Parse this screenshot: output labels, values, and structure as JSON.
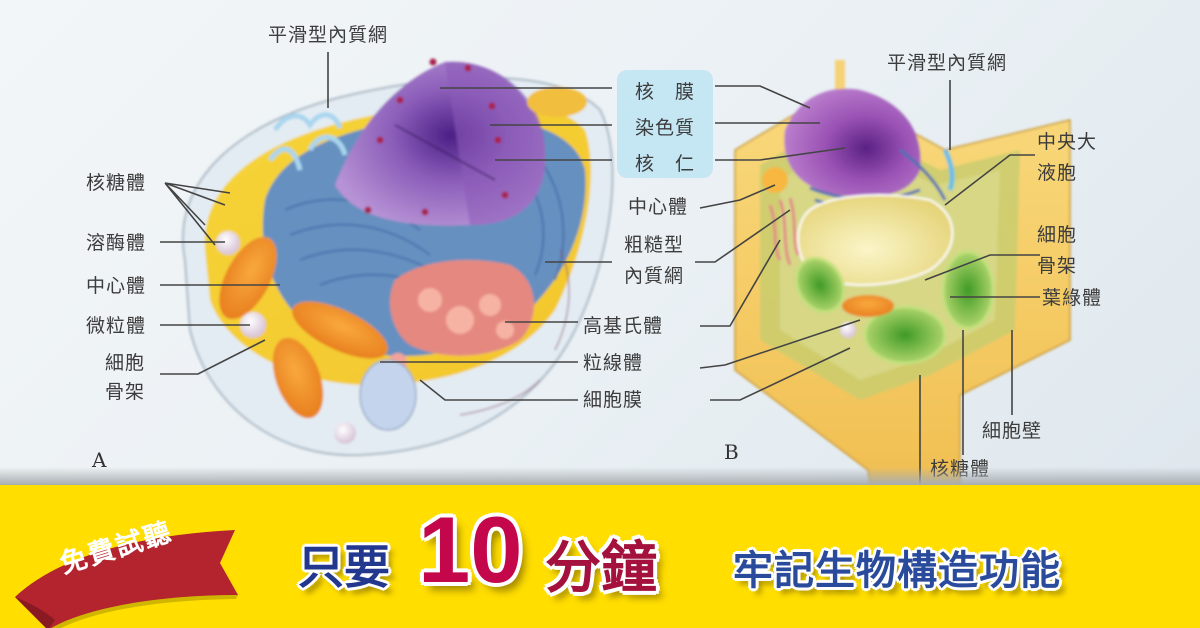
{
  "diagram": {
    "animal_cell": {
      "figure_letter": "A",
      "labels": {
        "smooth_er": "平滑型內質網",
        "ribosome": "核糖體",
        "lysosome": "溶酶體",
        "centrosome": "中心體",
        "microbody": "微粒體",
        "cytoskeleton_1": "細胞",
        "cytoskeleton_2": "骨架"
      }
    },
    "shared_labels": {
      "nuclear_envelope": "核　膜",
      "chromatin": "染色質",
      "nucleolus": "核　仁",
      "centrosome": "中心體",
      "rough_er_1": "粗糙型",
      "rough_er_2": "內質網",
      "golgi": "高基氏體",
      "mitochondria": "粒線體",
      "cell_membrane": "細胞膜"
    },
    "plant_cell": {
      "figure_letter": "B",
      "labels": {
        "smooth_er": "平滑型內質網",
        "central_vacuole_1": "中央大",
        "central_vacuole_2": "液胞",
        "cytoskeleton_1": "細胞",
        "cytoskeleton_2": "骨架",
        "chloroplast": "葉綠體",
        "cell_wall": "細胞壁",
        "ribosome": "核糖體"
      }
    },
    "colors": {
      "background": "#eef3f6",
      "label_text": "#3c3c3c",
      "nucleus_label_box": "#c5e6f3"
    }
  },
  "promo": {
    "ribbon_label": "免費試聽",
    "headline_prefix": "只要",
    "headline_number": "10",
    "headline_unit": "分鐘",
    "headline_tagline": "牢記生物構造功能",
    "colors": {
      "bar": "#ffde00",
      "ribbon": "#b3242f",
      "number": "#c3074a",
      "blue_text": "#22378e"
    }
  }
}
